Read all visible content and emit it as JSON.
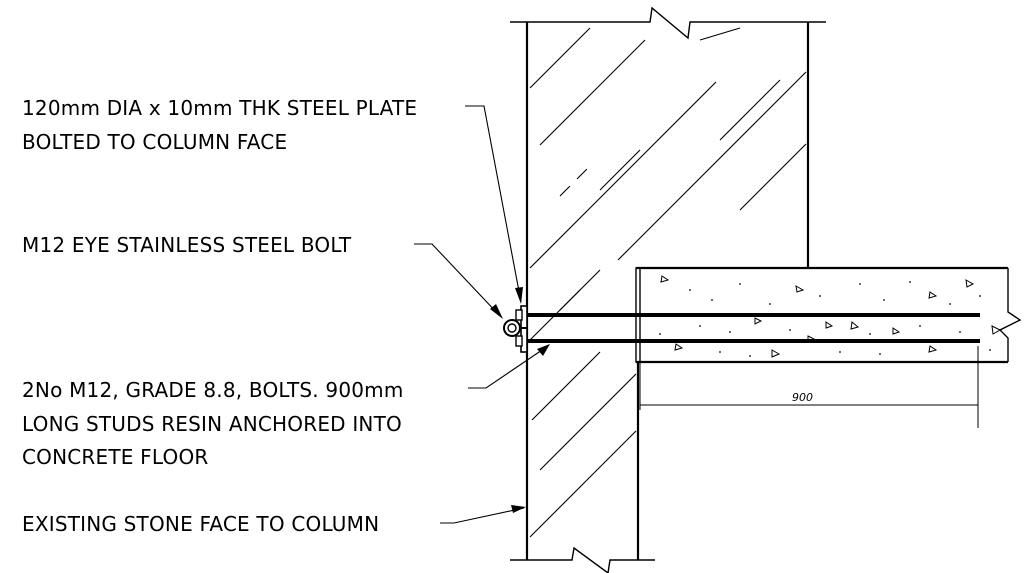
{
  "labels": {
    "plate_line1": "120mm DIA x 10mm THK STEEL PLATE",
    "plate_line2": "BOLTED TO COLUMN FACE",
    "eye_bolt": "M12 EYE STAINLESS STEEL BOLT",
    "studs_line1": "2No M12, GRADE 8.8, BOLTS. 900mm",
    "studs_line2": "LONG STUDS RESIN ANCHORED INTO",
    "studs_line3": "CONCRETE FLOOR",
    "stone_face": "EXISTING STONE FACE TO COLUMN"
  },
  "dimension": {
    "value": "900"
  },
  "colors": {
    "line": "#000000",
    "background": "#ffffff"
  }
}
